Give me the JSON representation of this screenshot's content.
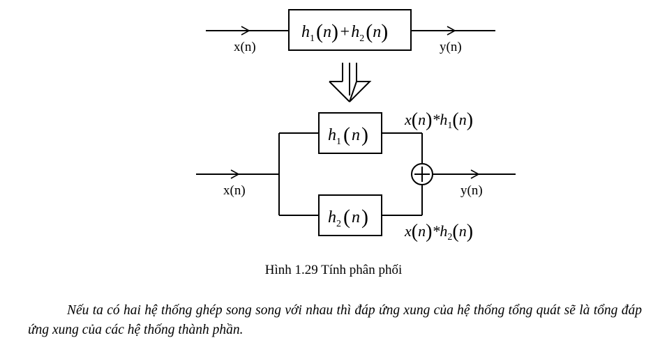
{
  "diagram": {
    "top": {
      "input_label": "x(n)",
      "output_label": "y(n)",
      "block": {
        "h": "h",
        "sub1": "1",
        "sub2": "2",
        "n": "n",
        "plus": "+"
      }
    },
    "bottom": {
      "input_label": "x(n)",
      "output_label": "y(n)",
      "block1": {
        "h": "h",
        "sub": "1",
        "n": "n"
      },
      "block2": {
        "h": "h",
        "sub": "2",
        "n": "n"
      },
      "branch1_out": {
        "x": "x",
        "n": "n",
        "star": "*",
        "h": "h",
        "sub": "1"
      },
      "branch2_out": {
        "x": "x",
        "n": "n",
        "star": "*",
        "h": "h",
        "sub": "2"
      }
    }
  },
  "caption": "Hình 1.29 Tính phân phối",
  "paragraph": "Nếu ta có hai hệ thống ghép song song với nhau thì đáp ứng xung của hệ thống tổng quát sẽ là tổng đáp ứng xung của các hệ thống thành phần."
}
